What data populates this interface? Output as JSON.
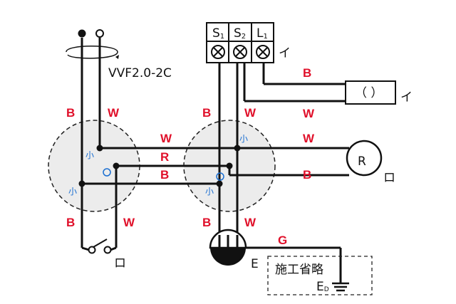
{
  "cable": {
    "label": "VVF2.0-2C"
  },
  "terminals": {
    "s1_main": "S",
    "s1_sub": "1",
    "s2_main": "S",
    "s2_sub": "2",
    "l1_main": "L",
    "l1_sub": "1",
    "tag": "イ"
  },
  "pilot_lamp": {
    "symbol": "（ ）",
    "tag": "イ"
  },
  "lamp": {
    "symbol": "R",
    "tag": "ロ"
  },
  "switch": {
    "tag": "ロ"
  },
  "outlet": {
    "tag": "E"
  },
  "ground": {
    "note": "施工省略",
    "label_main": "E",
    "label_sub": "D"
  },
  "junction_marks": {
    "small": "小",
    "medium": "〇"
  },
  "wire_colors": {
    "left_top_b": "B",
    "left_top_w": "W",
    "mid_top_b": "B",
    "mid_top_w": "W",
    "bridge_w": "W",
    "bridge_r": "R",
    "bridge_b": "B",
    "lamp_w": "W",
    "lamp_b": "B",
    "pilot_b": "B",
    "pilot_w": "W",
    "left_bot_b": "B",
    "left_bot_w": "W",
    "mid_bot_b": "B",
    "mid_bot_w": "W",
    "ground_g": "G"
  }
}
